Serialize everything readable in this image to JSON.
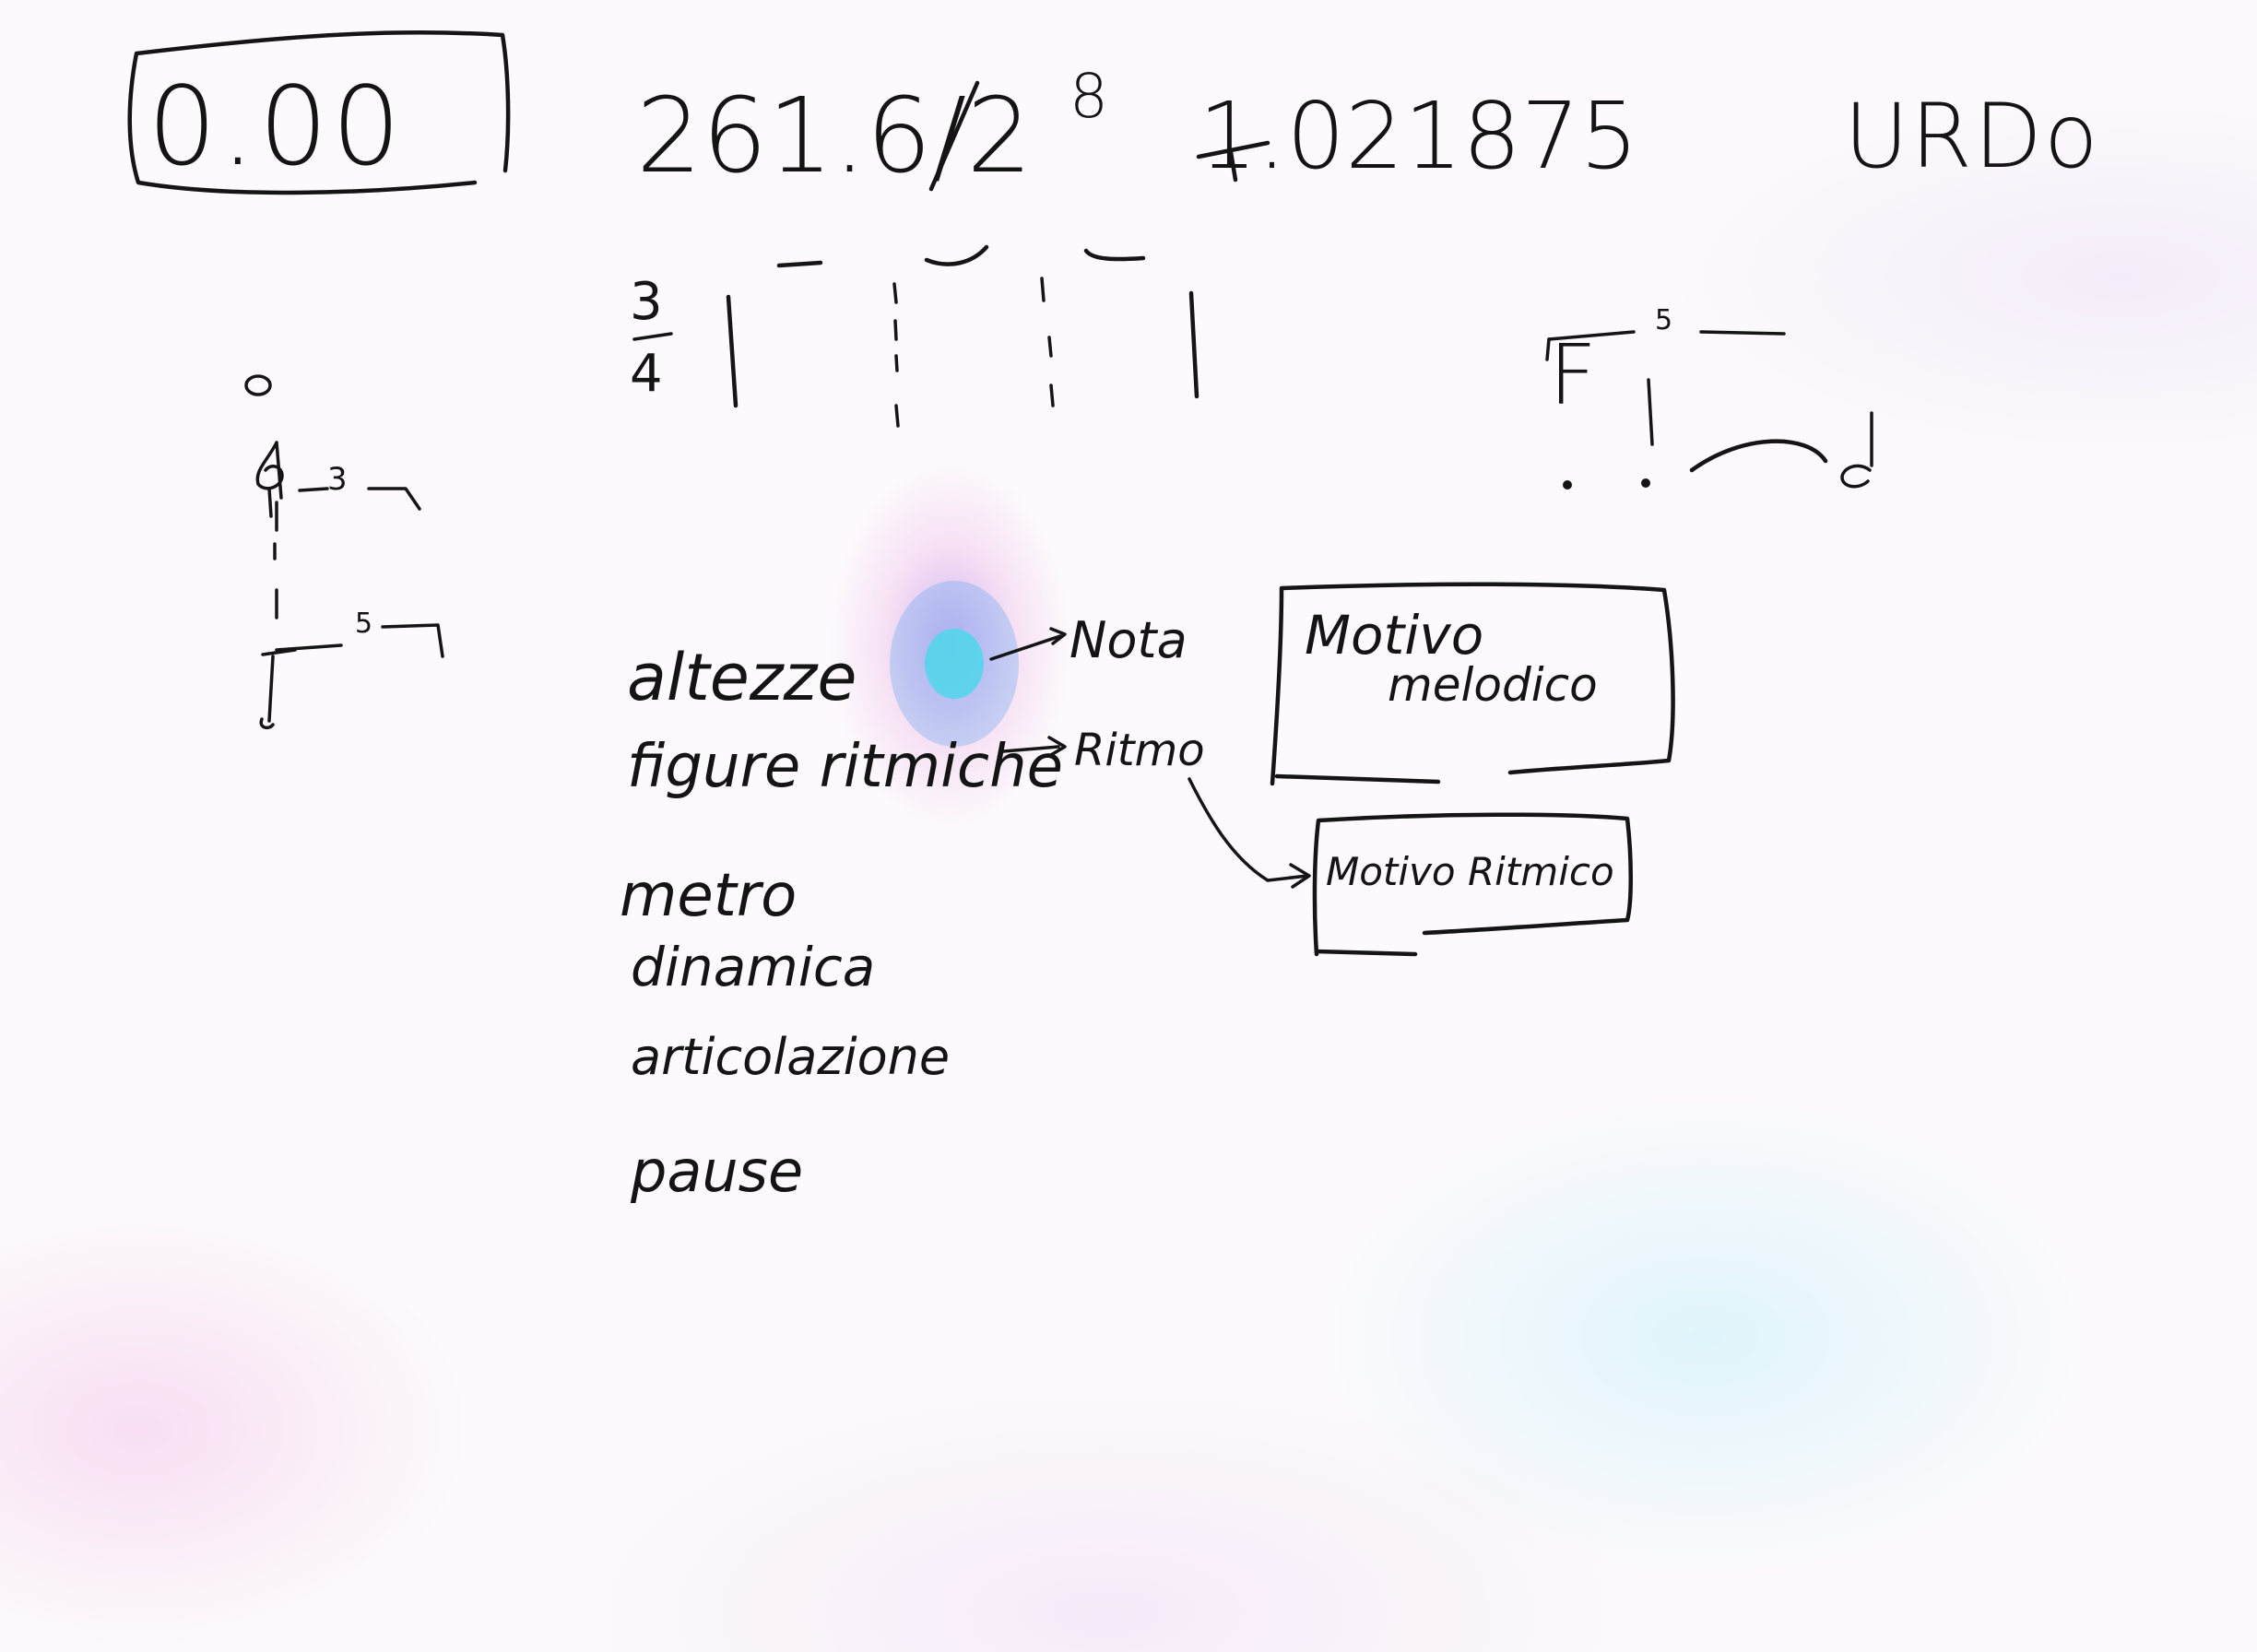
{
  "whiteboard": {
    "counter": "0.00",
    "formula": {
      "base": "261.6/2",
      "exponent": "8",
      "result": "1.021875"
    },
    "label": "URDo",
    "time_signature": {
      "numerator": "3",
      "denominator": "4"
    },
    "left_sketch": {
      "tuplet_top": "3",
      "tuplet_bottom": "5"
    },
    "right_sketch": {
      "dynamic": "F",
      "tuplet": "5"
    },
    "elements": [
      "altezze",
      "figure ritmiche",
      "metro",
      "dinamica",
      "articolazione",
      "pause"
    ],
    "mappings": {
      "nota": "Nota",
      "ritmo": "Ritmo"
    },
    "boxes": {
      "motivo_melodico": [
        "Motivo",
        "melodico"
      ],
      "motivo_ritmico": "Motivo Ritmico"
    },
    "colors": {
      "ink": "#151515",
      "background": "#fcfafc",
      "smudge_cyan": "#3ff0e8",
      "smudge_violet": "#a878e6"
    }
  }
}
